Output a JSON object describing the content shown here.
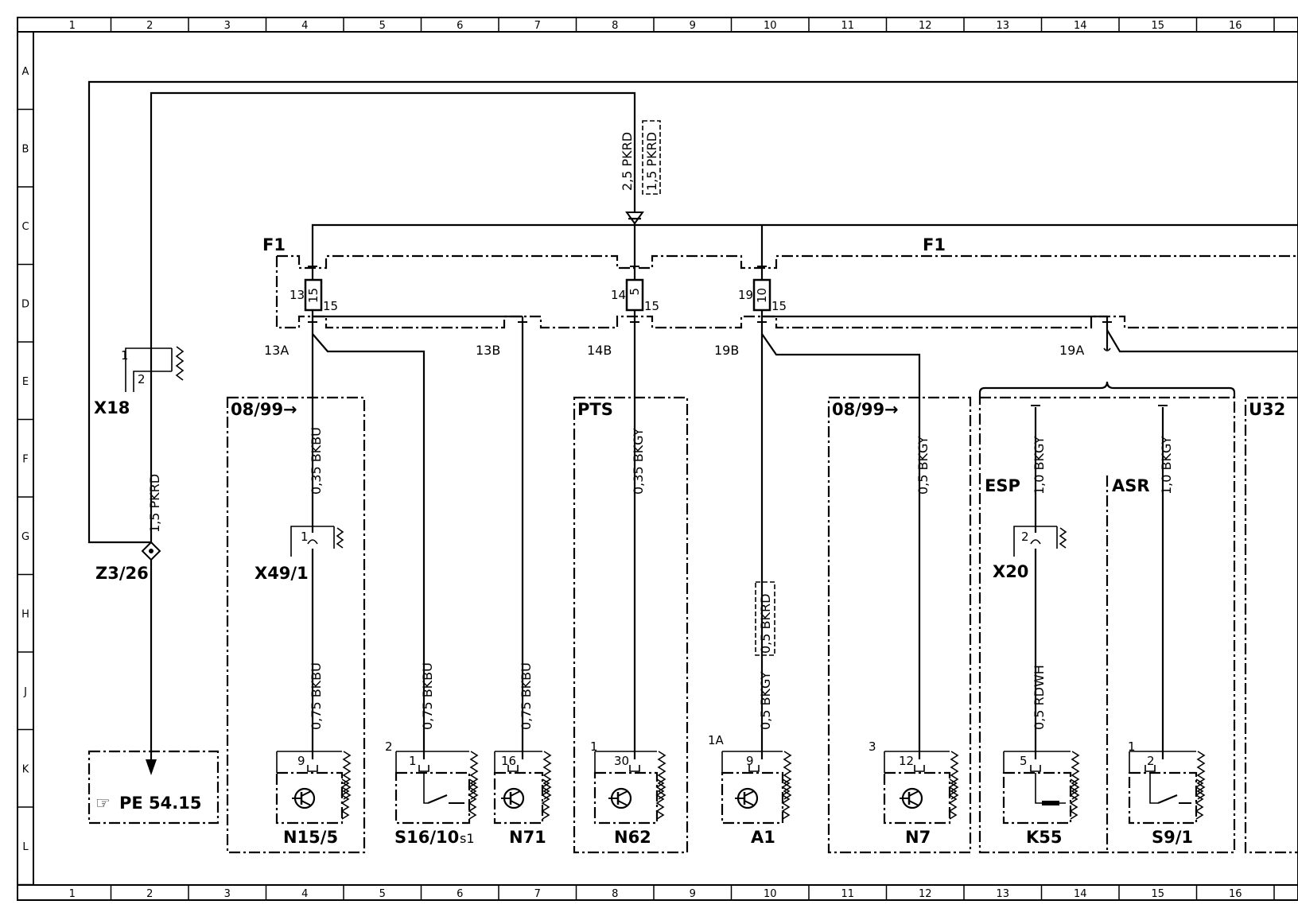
{
  "grid": {
    "columns": [
      "1",
      "2",
      "3",
      "4",
      "5",
      "6",
      "7",
      "8",
      "9",
      "10",
      "11",
      "12",
      "13",
      "14",
      "15",
      "16"
    ],
    "rows": [
      "A",
      "B",
      "C",
      "D",
      "E",
      "F",
      "G",
      "H",
      "J",
      "K",
      "L"
    ]
  },
  "labels": {
    "f1_left": "F1",
    "f1_right": "F1",
    "x18": "X18",
    "z3_26": "Z3/26",
    "x49_1": "X49/1",
    "x20": "X20",
    "esp": "ESP",
    "asr": "ASR",
    "u32": "U32",
    "pts": "PTS",
    "date_0899_left": "08/99",
    "date_0899_right": "08/99",
    "ref_pe": "PE 54.15",
    "n15_5": "N15/5",
    "s16_10": "S16/10",
    "s16_10_sub": "s1",
    "n71": "N71",
    "n62": "N62",
    "a1": "A1",
    "n7": "N7",
    "k55": "K55",
    "s9_1": "S9/1"
  },
  "splices": {
    "s13a": "13A",
    "s13b": "13B",
    "s14b": "14B",
    "s19b": "19B",
    "s19a": "19A"
  },
  "fuses": {
    "f13_in": "13",
    "f13_val": "15",
    "f13_out": "15",
    "f14_in": "14",
    "f14_val": "5",
    "f14_out": "15",
    "f19_in": "19",
    "f19_val": "10",
    "f19_out": "15"
  },
  "pins": {
    "x18_1": "1",
    "x18_2": "2",
    "x49_1": "1",
    "x20_2": "2",
    "n15_9": "9",
    "s16_2": "2",
    "s16_1": "1",
    "n71_16": "16",
    "n62_1": "1",
    "n62_30": "30",
    "a1_1a": "1A",
    "a1_9": "9",
    "n7_3": "3",
    "n7_12": "12",
    "k55_5": "5",
    "s9_1": "1",
    "s9_2": "2"
  },
  "wires": {
    "w_main": "2,5 PKRD",
    "w_main_alt": "1,5 PKRD",
    "w_x18": "1,5 PKRD",
    "w_n15_top": "0,35 BKBU",
    "w_n15_bot": "0,75 BKBU",
    "w_s16": "0,75 BKBU",
    "w_n71": "0,75 BKBU",
    "w_n62": "0,35 BKGY",
    "w_a1": "0,5 BKGY",
    "w_a1_alt": "0,5 BKRD",
    "w_n7": "0,5 BKGY",
    "w_esp": "1,0 BKGY",
    "w_k55": "0,5 RDWH",
    "w_asr": "1,0 BKGY"
  }
}
